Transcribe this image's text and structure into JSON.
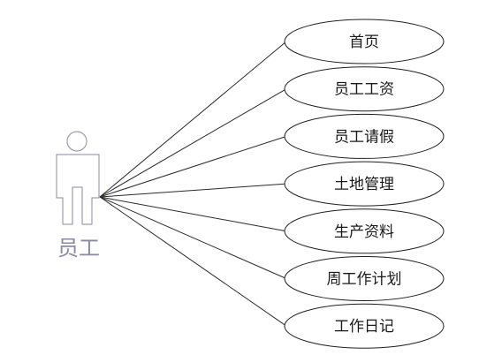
{
  "actor": {
    "label": "员工",
    "color": "#8a8aa2"
  },
  "use_cases": [
    {
      "id": "home",
      "label": "首页"
    },
    {
      "id": "salary",
      "label": "员工工资"
    },
    {
      "id": "leave",
      "label": "员工请假"
    },
    {
      "id": "land",
      "label": "土地管理"
    },
    {
      "id": "production",
      "label": "生产资料"
    },
    {
      "id": "weekly-plan",
      "label": "周工作计划"
    },
    {
      "id": "work-log",
      "label": "工作日记"
    }
  ]
}
